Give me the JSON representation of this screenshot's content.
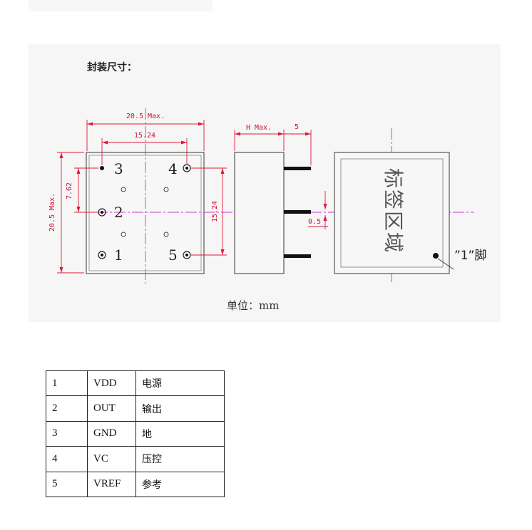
{
  "title": "封装尺寸：",
  "unit_label": "单位：mm",
  "dimensions": {
    "width_max": "20.5 Max.",
    "pin_pitch_x": "15.24",
    "height_max": "20.5 Max.",
    "pin_offset_y": "7.62",
    "pin_pitch_y": "15.24",
    "side_h_max": "H Max.",
    "side_lead": "5",
    "side_lead_dia": "0.5"
  },
  "pin_labels": {
    "p1": "1",
    "p2": "2",
    "p3": "3",
    "p4": "4",
    "p5": "5"
  },
  "label_area": "标签区域",
  "pin1_callout": "”1”脚",
  "pin_table": [
    {
      "num": "1",
      "name": "VDD",
      "desc": "电源"
    },
    {
      "num": "2",
      "name": "OUT",
      "desc": "输出"
    },
    {
      "num": "3",
      "name": "GND",
      "desc": "地"
    },
    {
      "num": "4",
      "name": "VC",
      "desc": "压控"
    },
    {
      "num": "5",
      "name": "VREF",
      "desc": "参考"
    }
  ],
  "colors": {
    "dimension": "#e0193a",
    "centerline": "#cc33cc",
    "outline": "#555555"
  }
}
